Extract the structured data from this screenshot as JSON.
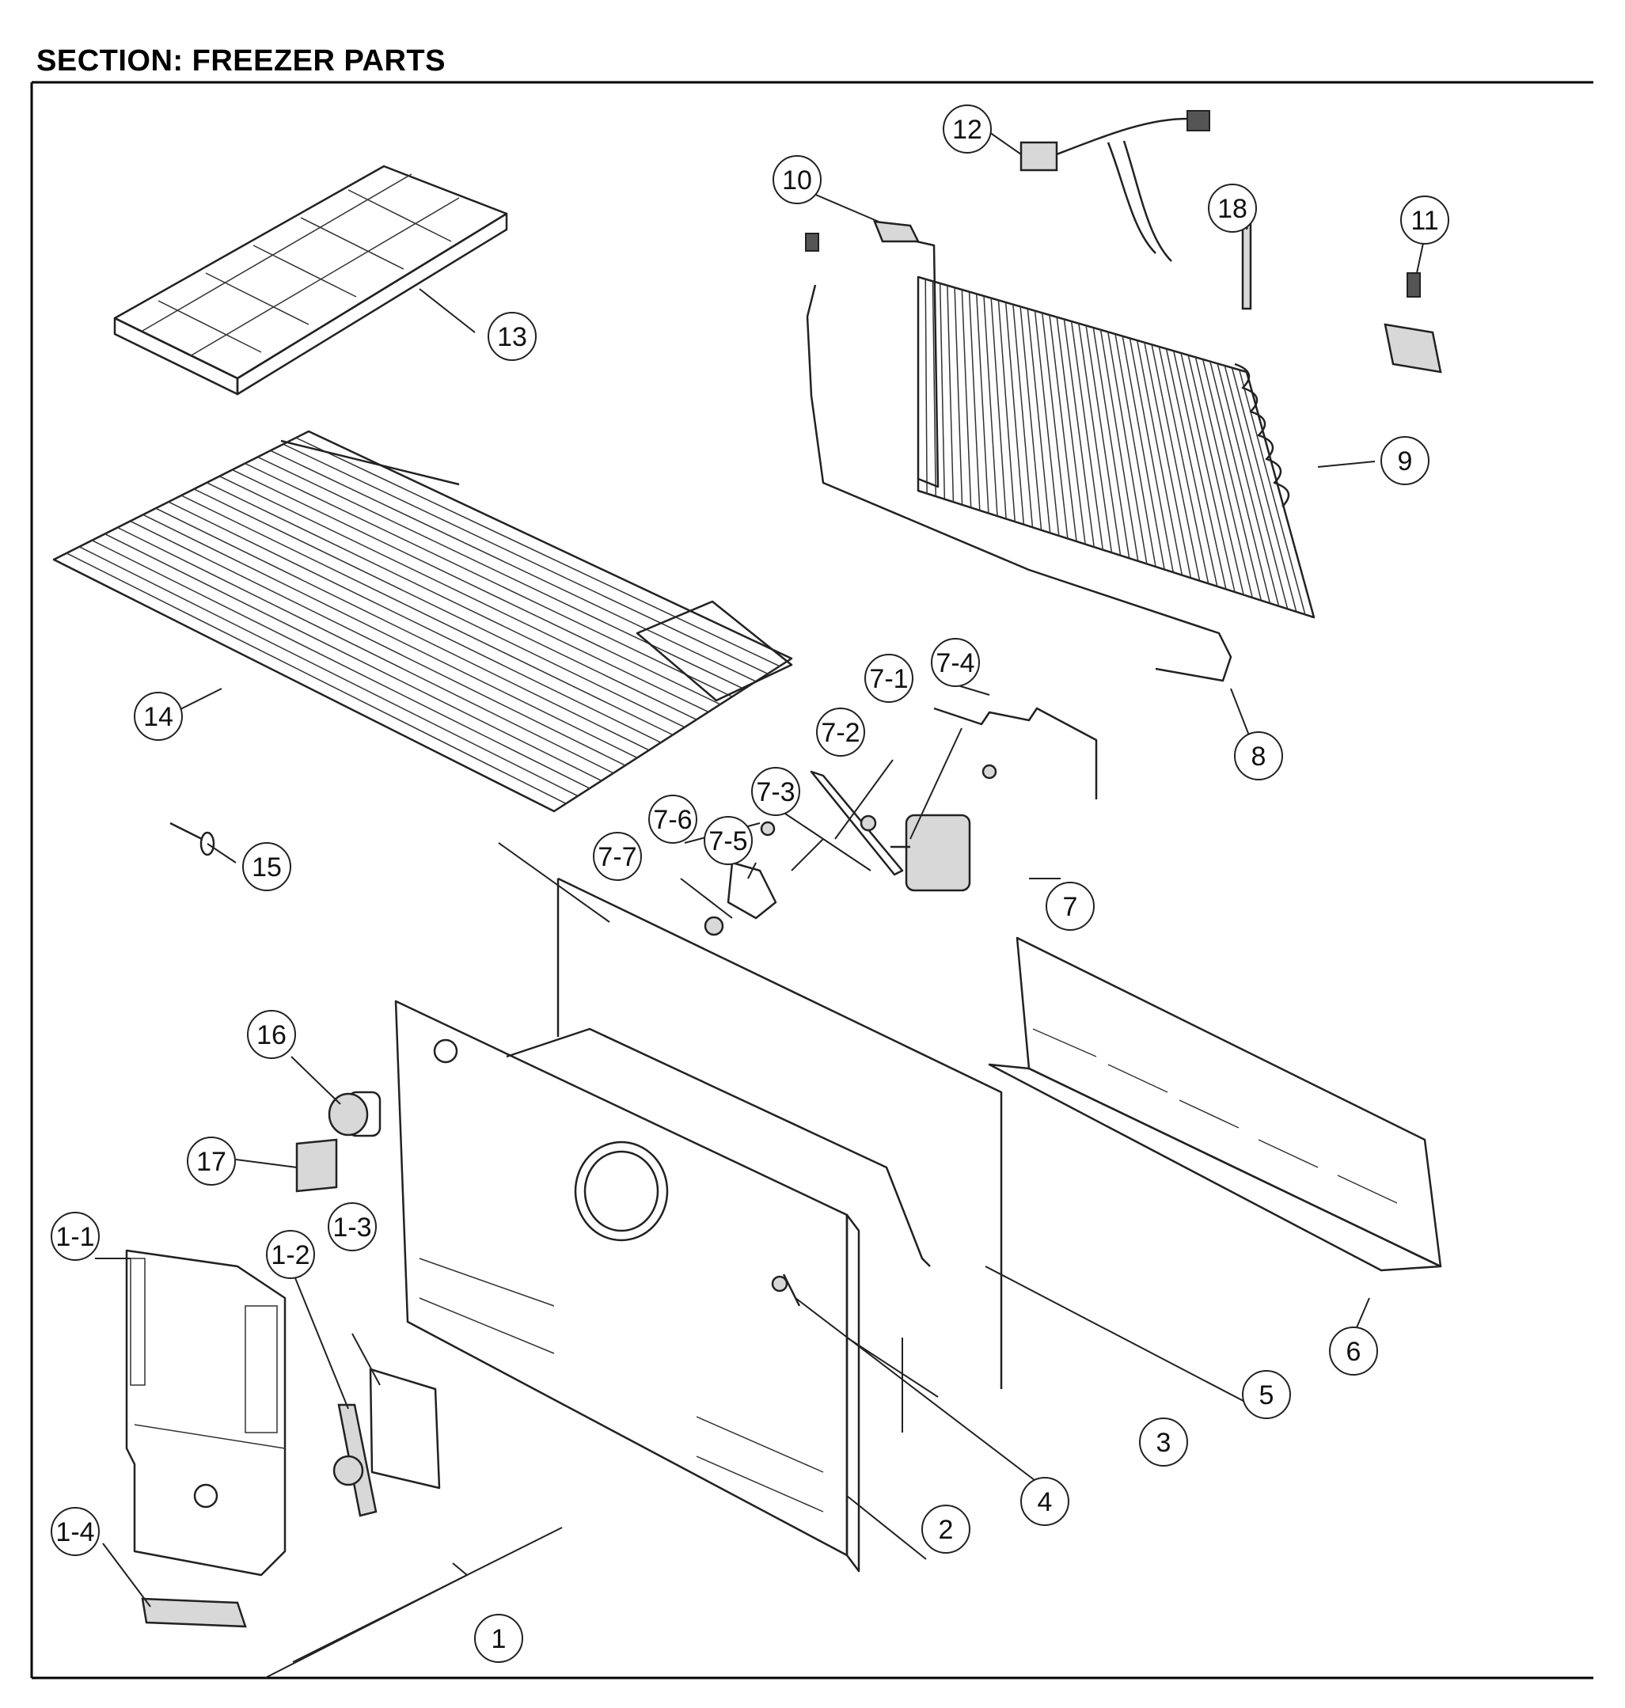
{
  "section_title": "SECTION: FREEZER PARTS",
  "callouts": [
    {
      "id": "1",
      "label": "1"
    },
    {
      "id": "1-1",
      "label": "1-1"
    },
    {
      "id": "1-2",
      "label": "1-2"
    },
    {
      "id": "1-3",
      "label": "1-3"
    },
    {
      "id": "1-4",
      "label": "1-4"
    },
    {
      "id": "2",
      "label": "2"
    },
    {
      "id": "3",
      "label": "3"
    },
    {
      "id": "4",
      "label": "4"
    },
    {
      "id": "5",
      "label": "5"
    },
    {
      "id": "6",
      "label": "6"
    },
    {
      "id": "7",
      "label": "7"
    },
    {
      "id": "7-1",
      "label": "7-1"
    },
    {
      "id": "7-2",
      "label": "7-2"
    },
    {
      "id": "7-3",
      "label": "7-3"
    },
    {
      "id": "7-4",
      "label": "7-4"
    },
    {
      "id": "7-5",
      "label": "7-5"
    },
    {
      "id": "7-6",
      "label": "7-6"
    },
    {
      "id": "7-7",
      "label": "7-7"
    },
    {
      "id": "8",
      "label": "8"
    },
    {
      "id": "9",
      "label": "9"
    },
    {
      "id": "10",
      "label": "10"
    },
    {
      "id": "11",
      "label": "11"
    },
    {
      "id": "12",
      "label": "12"
    },
    {
      "id": "13",
      "label": "13"
    },
    {
      "id": "14",
      "label": "14"
    },
    {
      "id": "15",
      "label": "15"
    },
    {
      "id": "16",
      "label": "16"
    },
    {
      "id": "17",
      "label": "17"
    },
    {
      "id": "18",
      "label": "18"
    }
  ]
}
